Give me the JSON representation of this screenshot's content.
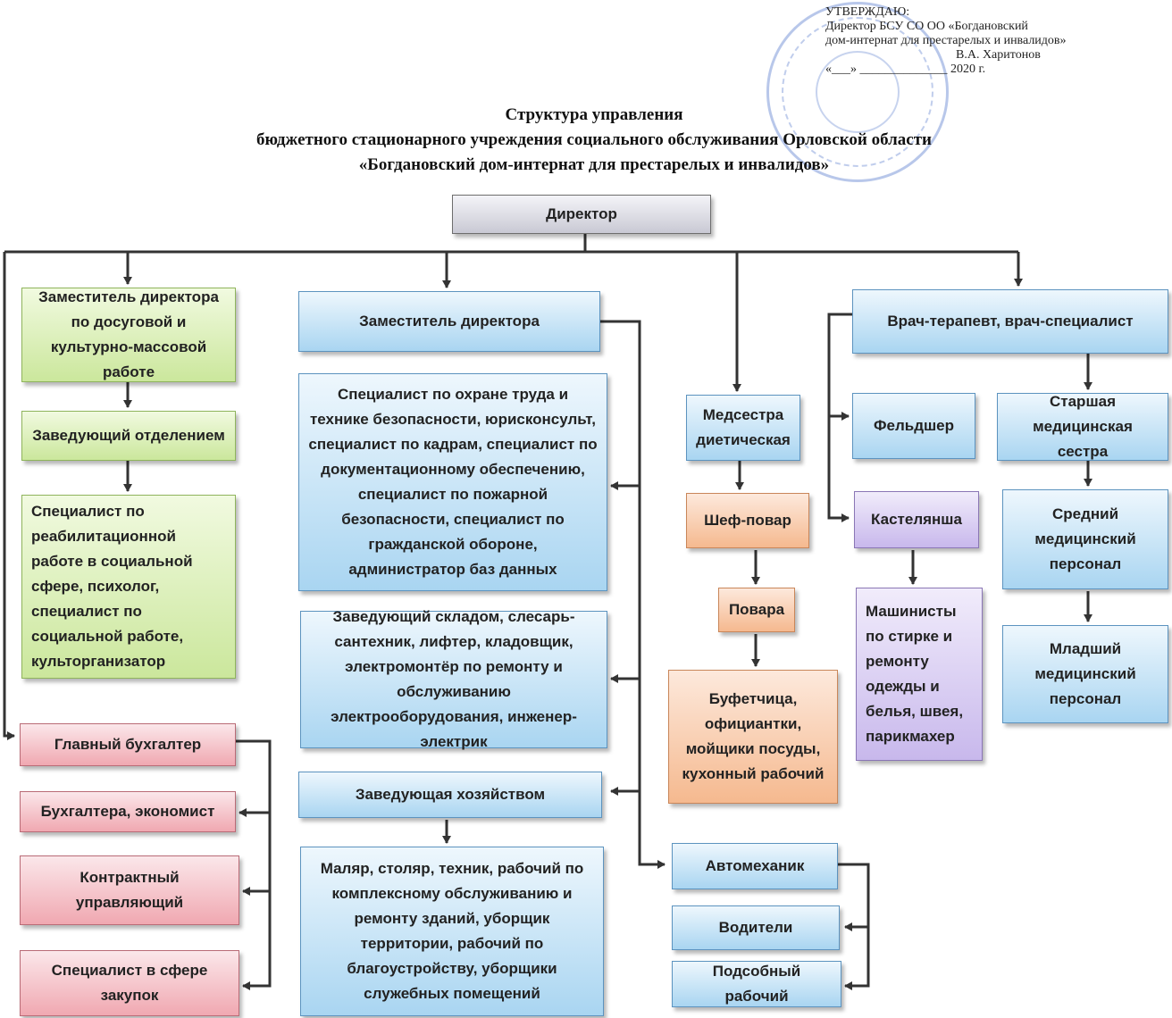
{
  "approval": {
    "line1": "УТВЕРЖДАЮ:",
    "line2": "Директор БСУ СО ОО «Богдановский",
    "line3": "дом-интернат для престарелых и инвалидов»",
    "line4": "В.А. Харитонов",
    "line5": "«___» ______________ 2020 г."
  },
  "title": {
    "line1": "Структура управления",
    "line2": "бюджетного стационарного учреждения социального обслуживания Орловской области",
    "line3": "«Богдановский дом-интернат для престарелых и инвалидов»"
  },
  "nodes": {
    "director": "Директор",
    "deputy_leisure": "Заместитель директора по досуговой и культурно-массовой работе",
    "head_department": "Заведующий отделением",
    "rehab_specialists": "Специалист по реабилитационной работе в социальной сфере, психолог, специалист по социальной работе, культорганизатор",
    "deputy": "Заместитель директора",
    "safety_specialists": "Специалист по охране труда и технике безопасности, юрисконсульт, специалист по кадрам, специалист по документационному обеспечению, специалист по пожарной безопасности, специалист по гражданской обороне, администратор баз данных",
    "warehouse_staff": "Заведующий складом, слесарь-сантехник, лифтер, кладовщик, электромонтёр по ремонту и обслуживанию электрооборудования, инженер-электрик",
    "head_household": "Заведующая хозяйством",
    "household_staff": "Маляр, столяр, техник, рабочий по комплексному обслуживанию и ремонту зданий, уборщик территории, рабочий по благоустройству, уборщики служебных помещений",
    "diet_nurse": "Медсестра диетическая",
    "chef": "Шеф-повар",
    "cooks": "Повара",
    "kitchen_staff": "Буфетчица, официантки, мойщики посуды, кухонный рабочий",
    "doctor": "Врач-терапевт, врач-специалист",
    "paramedic": "Фельдшер",
    "head_nurse": "Старшая медицинская сестра",
    "linen_keeper": "Кастелянша",
    "laundry_staff": "Машинисты по стирке и ремонту одежды и белья, швея, парикмахер",
    "mid_medical": "Средний медицинский персонал",
    "junior_medical": "Младший медицинский персонал",
    "chief_accountant": "Главный бухгалтер",
    "accountants": "Бухгалтера, экономист",
    "contract_manager": "Контрактный управляющий",
    "procurement": "Специалист в сфере закупок",
    "auto_mechanic": "Автомеханик",
    "drivers": "Водители",
    "helper": "Подсобный рабочий"
  },
  "colors": {
    "gray": "#c9c9d4",
    "green": "#cbe79c",
    "blue": "#a9d5f1",
    "orange": "#f5b98f",
    "violet": "#c8b8ec",
    "pink": "#f0a8b1",
    "stamp": "#466ec8"
  }
}
